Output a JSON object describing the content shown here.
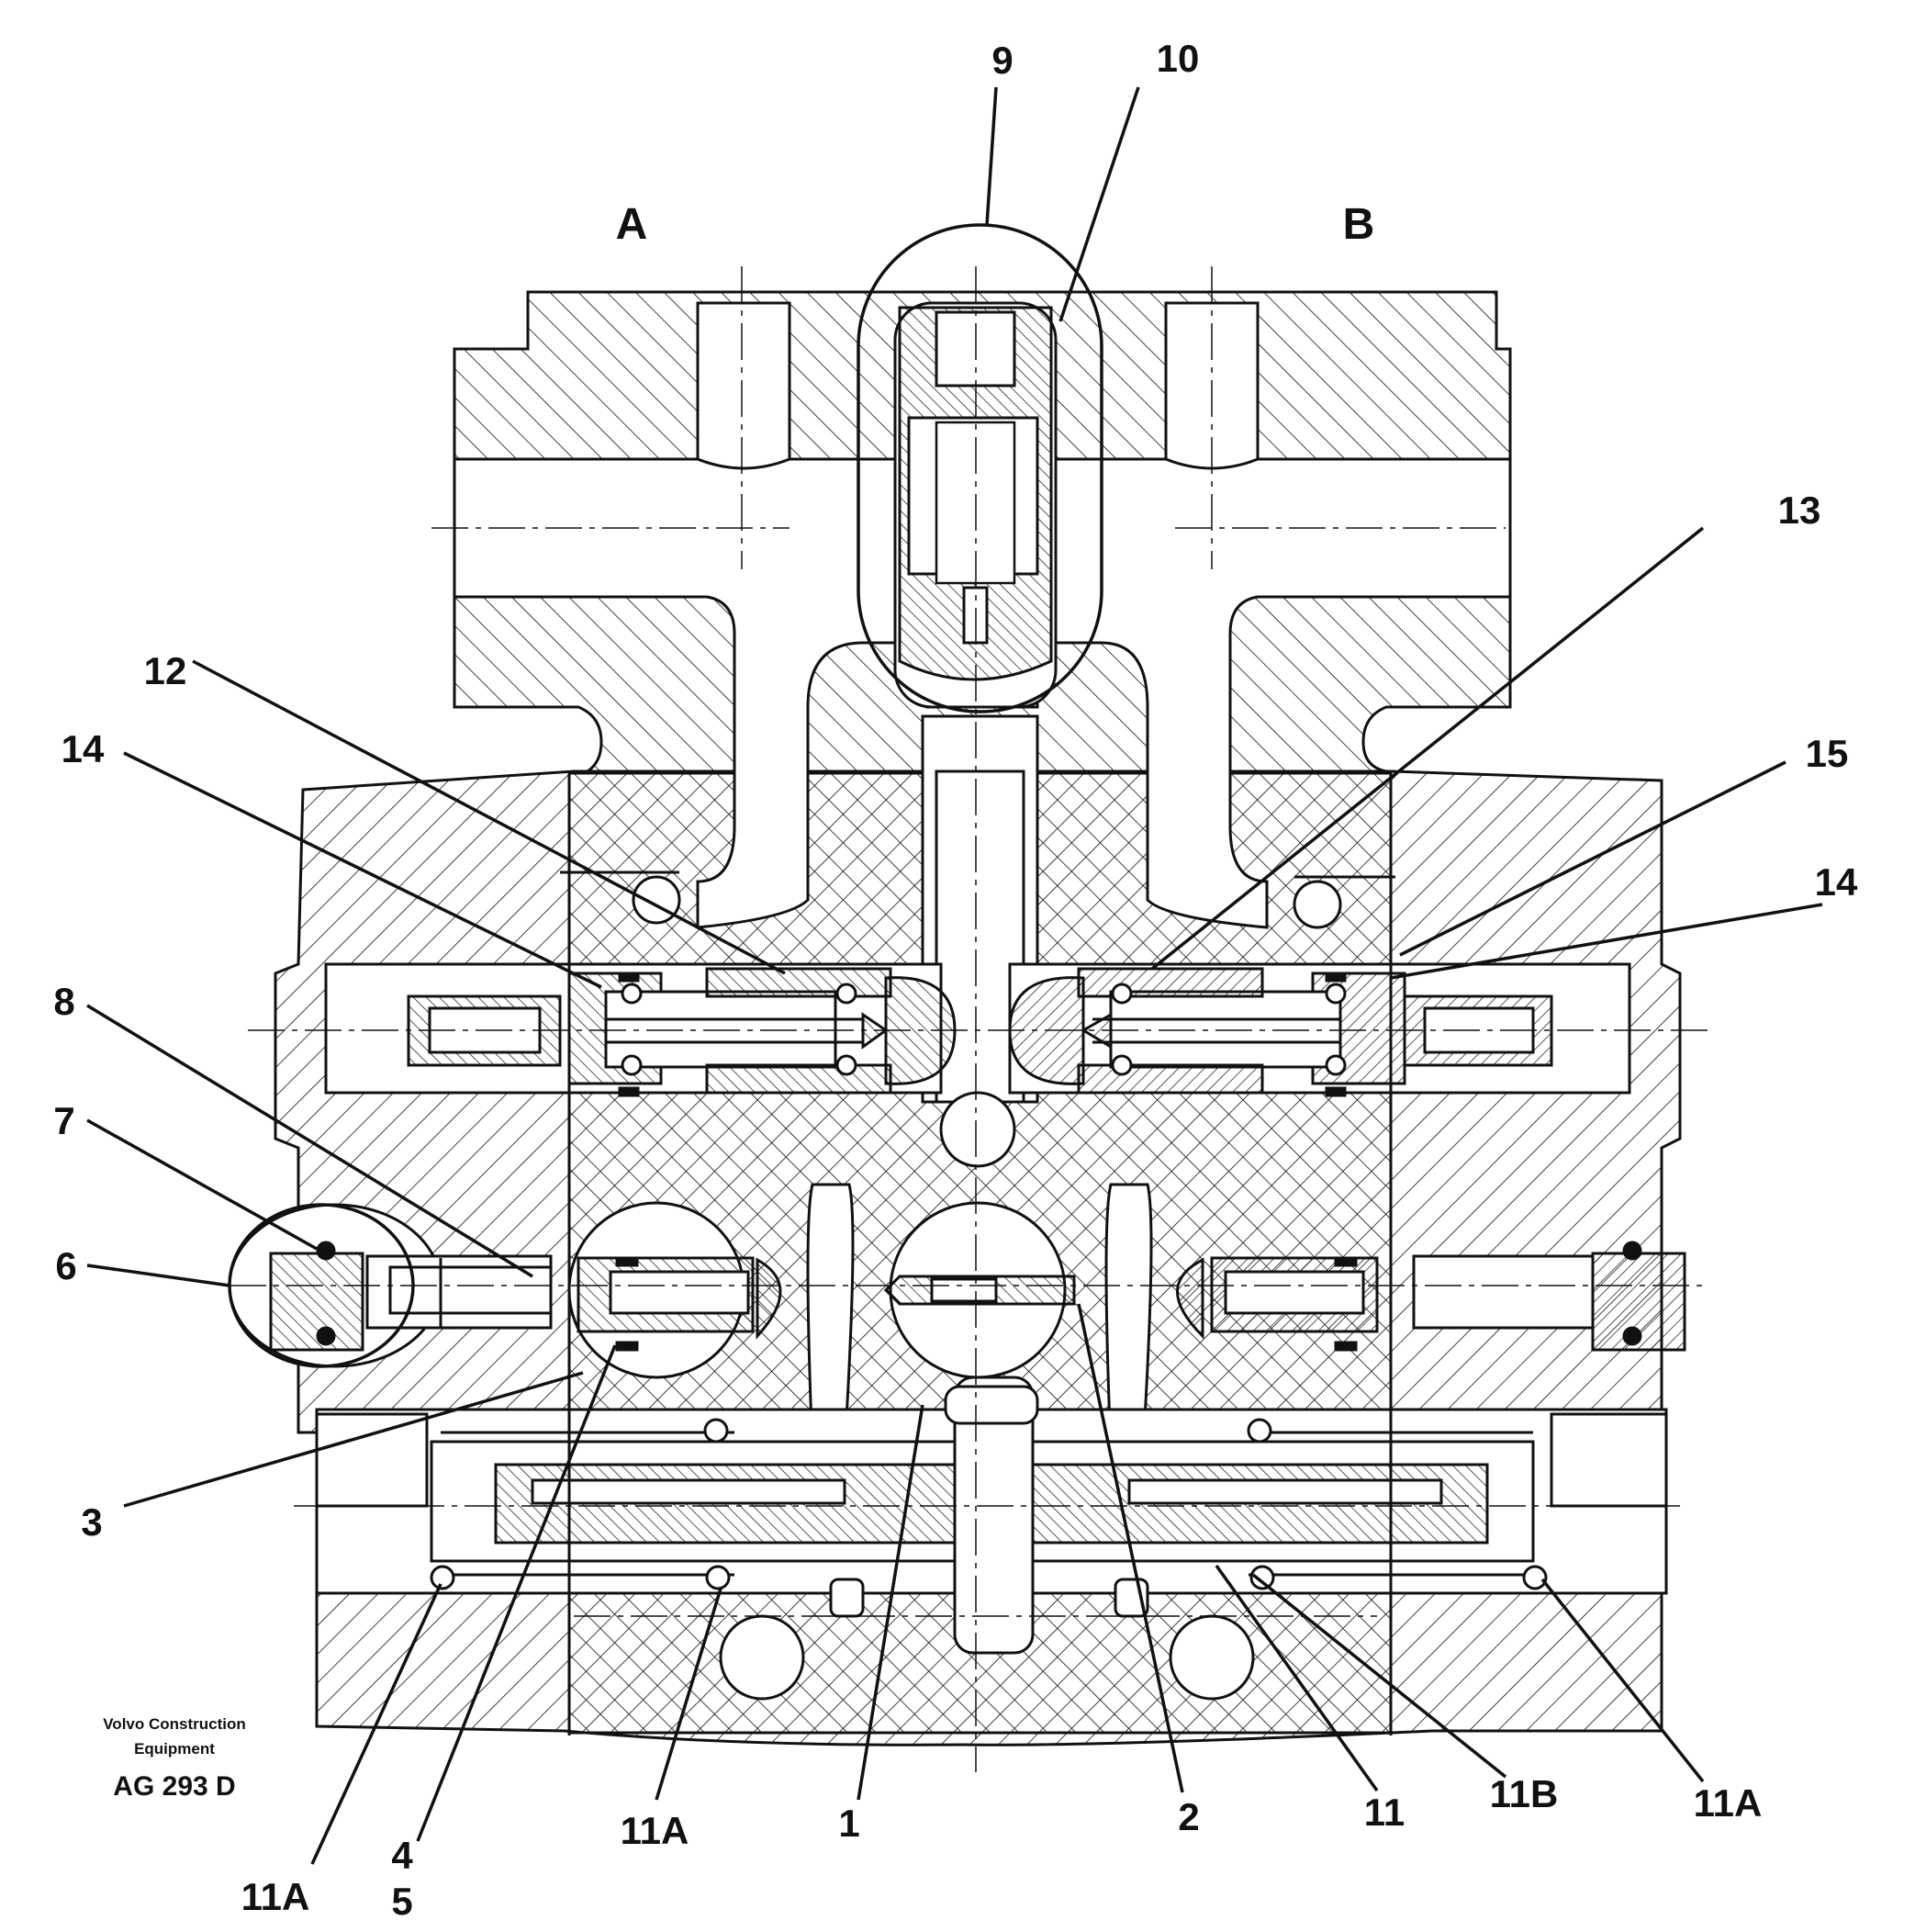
{
  "drawing": {
    "ink_color": "#111111",
    "background": "#ffffff",
    "port_labels": [
      "A",
      "B"
    ],
    "callouts": [
      "9",
      "10",
      "13",
      "12",
      "15",
      "14",
      "14",
      "8",
      "7",
      "6",
      "3",
      "4",
      "5",
      "11A",
      "11A",
      "1",
      "2",
      "11",
      "11B",
      "11A"
    ]
  },
  "credit": {
    "line1": "Volvo Construction",
    "line2": "Equipment",
    "code": "AG 293 D"
  }
}
